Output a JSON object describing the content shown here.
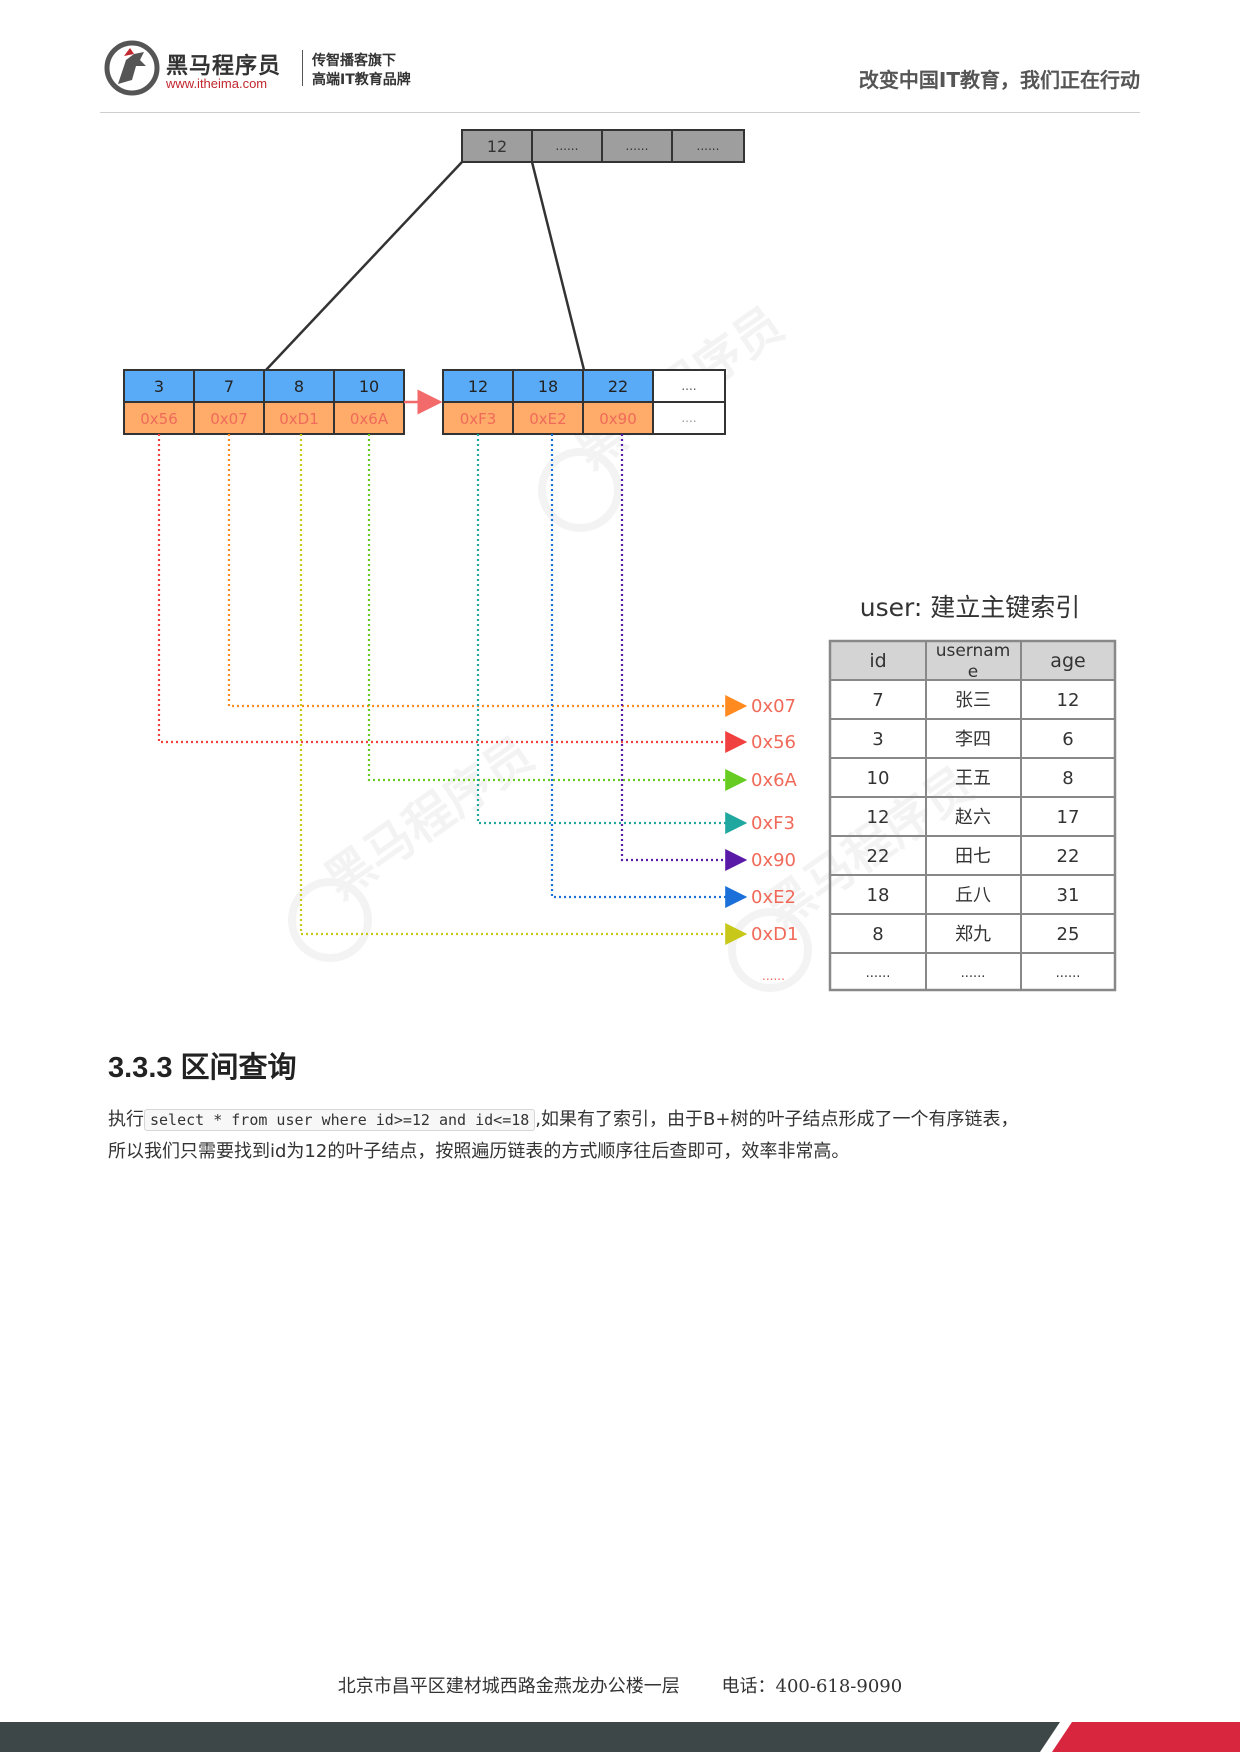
{
  "header": {
    "brand_name": "黑马程序员",
    "brand_url": "www.itheima.com",
    "tagline_1": "传智播客旗下",
    "tagline_2": "高端IT教育品牌",
    "slogan": "改变中国IT教育，我们正在行动"
  },
  "diagram": {
    "root_keys": [
      "12",
      "......",
      "......",
      "......"
    ],
    "left_leaf": {
      "keys": [
        "3",
        "7",
        "8",
        "10"
      ],
      "pointers": [
        "0x56",
        "0x07",
        "0xD1",
        "0x6A"
      ]
    },
    "right_leaf": {
      "keys": [
        "12",
        "18",
        "22",
        "...."
      ],
      "pointers": [
        "0xF3",
        "0xE2",
        "0x90",
        "...."
      ]
    },
    "targets": [
      "0x07",
      "0x56",
      "0x6A",
      "0xF3",
      "0x90",
      "0xE2",
      "0xD1",
      "......"
    ],
    "colors": {
      "node_key": "#5aabf7",
      "node_pointer": "#ffab6a",
      "root": "#9e9e9e",
      "pointer_text": "#f06a5a",
      "link_arrow": "#f26a6a",
      "line_0x07": "#ff8a1f",
      "line_0x56": "#f04040",
      "line_0x6A": "#66cc22",
      "line_0xF3": "#20a8a0",
      "line_0x90": "#5a1aa8",
      "line_0xE2": "#1a6fd8",
      "line_0xD1": "#c8c81a"
    }
  },
  "table": {
    "title": "user: 建立主键索引",
    "headers": [
      "id",
      "usernam e",
      "age"
    ],
    "rows": [
      [
        "7",
        "张三",
        "12"
      ],
      [
        "3",
        "李四",
        "6"
      ],
      [
        "10",
        "王五",
        "8"
      ],
      [
        "12",
        "赵六",
        "17"
      ],
      [
        "22",
        "田七",
        "22"
      ],
      [
        "18",
        "丘八",
        "31"
      ],
      [
        "8",
        "郑九",
        "25"
      ],
      [
        "......",
        "......",
        "......"
      ]
    ]
  },
  "section": {
    "title": "3.3.3 区间查询",
    "p1_prefix": "执行",
    "p1_code": "select * from user where id>=12 and id<=18",
    "p1_suffix": ",如果有了索引，由于B+树的叶子结点形成了一个有序链表，",
    "p2": "所以我们只需要找到id为12的叶子结点，按照遍历链表的方式顺序往后查即可，效率非常高。"
  },
  "footer": {
    "address": "北京市昌平区建材城西路金燕龙办公楼一层　　 电话：400-618-9090"
  }
}
